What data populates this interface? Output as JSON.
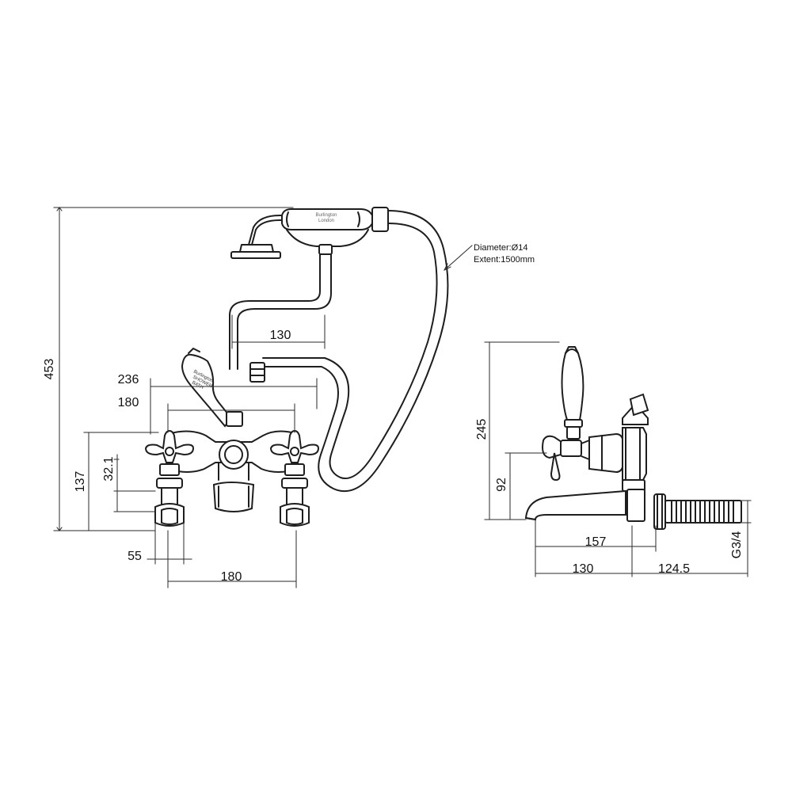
{
  "dimensions": {
    "overall_height": "453",
    "hose_offset": "130",
    "width_236": "236",
    "centers_180_top": "180",
    "centers_180_bottom": "180",
    "height_137": "137",
    "offset_32_1": "32.1",
    "leg_55": "55",
    "side_height_245": "245",
    "side_height_92": "92",
    "spout_157": "157",
    "spout_130": "130",
    "tail_124_5": "124.5",
    "thread_g3_4": "G3/4"
  },
  "annotations": {
    "hose_diameter": "Diameter:Ø14",
    "hose_extent": "Extent:1500mm"
  },
  "branding": {
    "handset_brand": "Burlington",
    "handset_city": "London",
    "lever_brand": "Burlington",
    "lever_shower": "SHOWER",
    "lever_bath": "BATH"
  }
}
